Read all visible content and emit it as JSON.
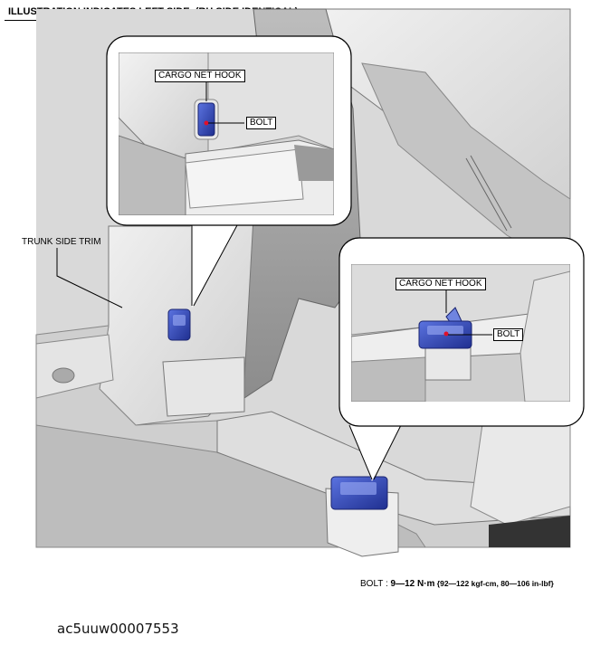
{
  "header": "ILLUSTRATION INDICATES LEFT SIDE. (RH SIDE IDENTICAL)",
  "labels": {
    "trunk_side_trim": "TRUNK SIDE TRIM",
    "inset_left_hook": "CARGO NET HOOK",
    "inset_left_bolt": "BOLT",
    "inset_right_hook": "CARGO NET HOOK",
    "inset_right_bolt": "BOLT"
  },
  "torque": {
    "prefix": "BOLT : ",
    "value": "9—12 N·m",
    "detail": " {92—122 kgf-cm, 80—106 in-lbf}"
  },
  "figure_id": "ac5uuw00007553",
  "colors": {
    "part_blue": "#2f47b8",
    "bolt_red": "#e0102a",
    "metal_light": "#e4e4e4",
    "metal_dark": "#8a8a8a"
  }
}
